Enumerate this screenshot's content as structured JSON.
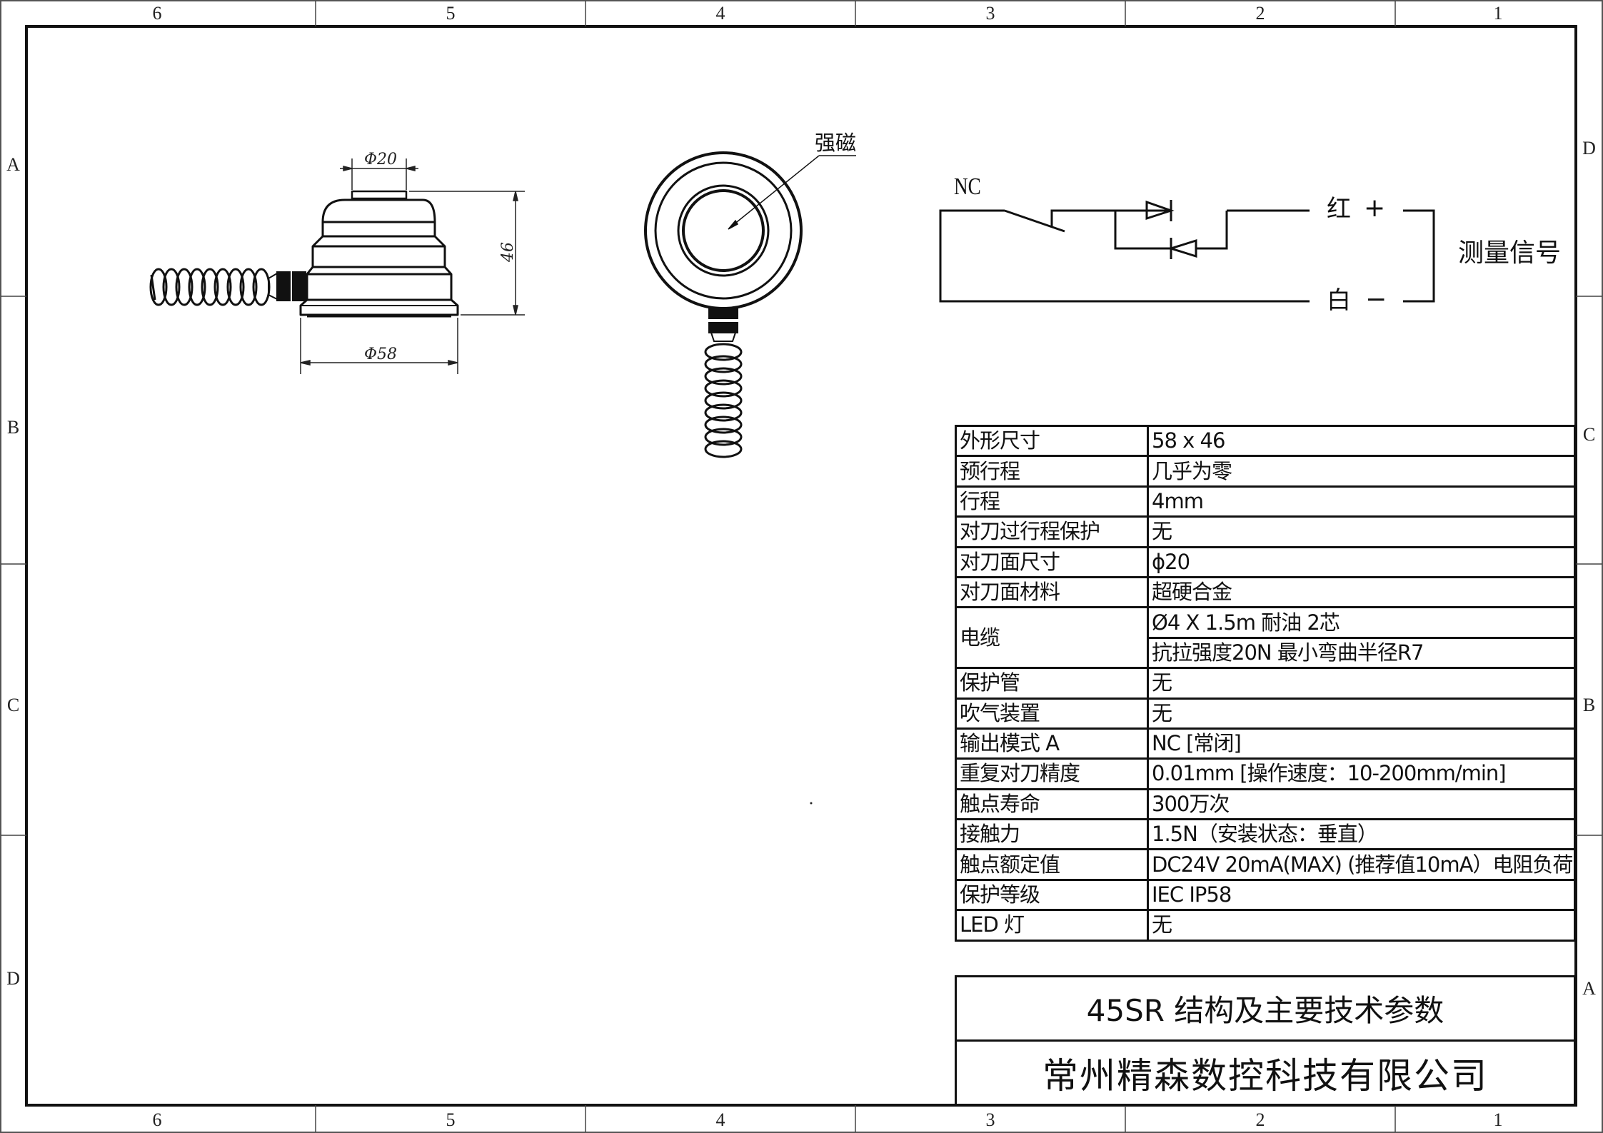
{
  "frame": {
    "column_labels_top": [
      "6",
      "5",
      "4",
      "3",
      "2",
      "1"
    ],
    "column_labels_bottom": [
      "6",
      "5",
      "4",
      "3",
      "2",
      "1"
    ],
    "row_labels_left": [
      "A",
      "B",
      "C",
      "D"
    ],
    "row_labels_right": [
      "D",
      "C",
      "B",
      "A"
    ]
  },
  "side_view": {
    "dim_top_diameter": "Φ20",
    "dim_base_diameter": "Φ58",
    "dim_height": "46"
  },
  "top_view": {
    "callout_label": "强磁"
  },
  "schematic": {
    "switch_label": "NC",
    "wire_top_color": "红",
    "wire_top_polarity": "+",
    "wire_bottom_color": "白",
    "wire_bottom_polarity": "−",
    "signal_label": "测量信号"
  },
  "spec_table": {
    "rows": [
      {
        "label": "外形尺寸",
        "values": [
          "58 x 46"
        ]
      },
      {
        "label": "预行程",
        "values": [
          "几乎为零"
        ]
      },
      {
        "label": "行程",
        "values": [
          "4mm"
        ]
      },
      {
        "label": "对刀过行程保护",
        "values": [
          "无"
        ]
      },
      {
        "label": "对刀面尺寸",
        "values": [
          "ϕ20"
        ]
      },
      {
        "label": "对刀面材料",
        "values": [
          "超硬合金"
        ]
      },
      {
        "label": "电缆",
        "values": [
          "Ø4 X 1.5m 耐油 2芯",
          "抗拉强度20N 最小弯曲半径R7"
        ]
      },
      {
        "label": "保护管",
        "values": [
          "无"
        ]
      },
      {
        "label": "吹气装置",
        "values": [
          "无"
        ]
      },
      {
        "label": "输出模式 A",
        "values": [
          "NC [常闭]"
        ]
      },
      {
        "label": "重复对刀精度",
        "values": [
          "0.01mm [操作速度：10-200mm/min]"
        ]
      },
      {
        "label": "触点寿命",
        "values": [
          "300万次"
        ]
      },
      {
        "label": "接触力",
        "values": [
          "1.5N（安装状态：垂直）"
        ]
      },
      {
        "label": "触点额定值",
        "values": [
          "DC24V 20mA(MAX) (推荐值10mA）电阻负荷"
        ]
      },
      {
        "label": "保护等级",
        "values": [
          "IEC IP58"
        ]
      },
      {
        "label": "LED 灯",
        "values": [
          "无"
        ]
      }
    ]
  },
  "title_block": {
    "drawing_title": "45SR 结构及主要技术参数",
    "company_name": "常州精森数控科技有限公司"
  }
}
